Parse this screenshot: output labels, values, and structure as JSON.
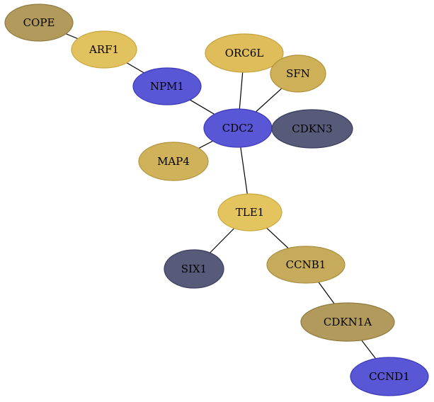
{
  "nodes": [
    {
      "id": "COPE",
      "label": "COPE",
      "fill": "#b19a5b",
      "stroke": "#8f7b3f"
    },
    {
      "id": "ARF1",
      "label": "ARF1",
      "fill": "#e2c25e",
      "stroke": "#c9a73f"
    },
    {
      "id": "NPM1",
      "label": "NPM1",
      "fill": "#5a57d6",
      "stroke": "#3b38b8"
    },
    {
      "id": "ORC6L",
      "label": "ORC6L",
      "fill": "#dfbd5b",
      "stroke": "#c4a23c"
    },
    {
      "id": "SFN",
      "label": "SFN",
      "fill": "#cdb058",
      "stroke": "#b0923a"
    },
    {
      "id": "CDC2",
      "label": "CDC2",
      "fill": "#5a57d6",
      "stroke": "#3b38b8"
    },
    {
      "id": "CDKN3",
      "label": "CDKN3",
      "fill": "#585a7a",
      "stroke": "#3b3d5c"
    },
    {
      "id": "MAP4",
      "label": "MAP4",
      "fill": "#cfb25a",
      "stroke": "#b2943c"
    },
    {
      "id": "TLE1",
      "label": "TLE1",
      "fill": "#e4c45e",
      "stroke": "#caa840"
    },
    {
      "id": "SIX1",
      "label": "SIX1",
      "fill": "#585a7a",
      "stroke": "#3b3d5c"
    },
    {
      "id": "CCNB1",
      "label": "CCNB1",
      "fill": "#c6ab5c",
      "stroke": "#a98e3e"
    },
    {
      "id": "CDKN1A",
      "label": "CDKN1A",
      "fill": "#b19a5b",
      "stroke": "#8f7b3f"
    },
    {
      "id": "CCND1",
      "label": "CCND1",
      "fill": "#5a57d6",
      "stroke": "#3b38b8"
    }
  ],
  "edges": [
    {
      "from": "COPE",
      "to": "ARF1"
    },
    {
      "from": "ARF1",
      "to": "NPM1"
    },
    {
      "from": "NPM1",
      "to": "CDC2"
    },
    {
      "from": "ORC6L",
      "to": "CDC2"
    },
    {
      "from": "SFN",
      "to": "CDC2"
    },
    {
      "from": "MAP4",
      "to": "CDC2"
    },
    {
      "from": "CDC2",
      "to": "TLE1"
    },
    {
      "from": "TLE1",
      "to": "SIX1"
    },
    {
      "from": "TLE1",
      "to": "CCNB1"
    },
    {
      "from": "CCNB1",
      "to": "CDKN1A"
    },
    {
      "from": "CDKN1A",
      "to": "CCND1"
    }
  ]
}
